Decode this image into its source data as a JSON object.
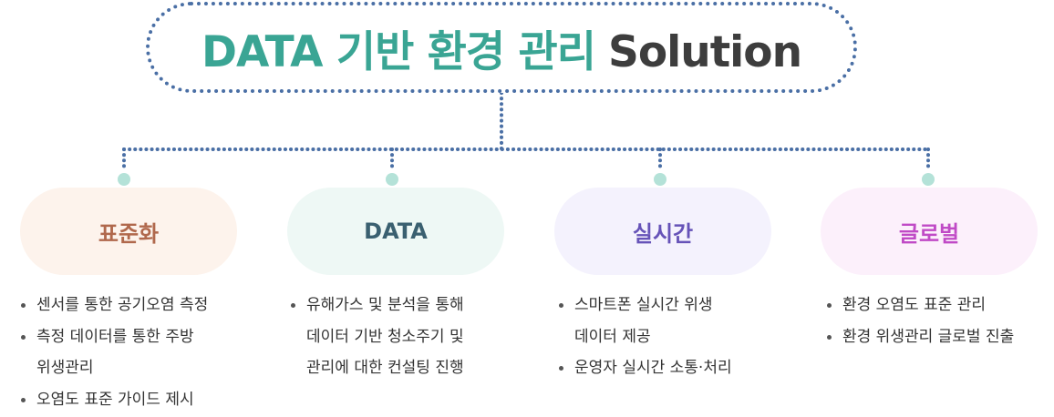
{
  "title": {
    "main": "DATA 기반 환경 관리",
    "accent": "Solution",
    "main_color": "#3aa594",
    "accent_color": "#3d3d3d",
    "border_color": "#4a6fa5"
  },
  "connector_color": "#4a6fa5",
  "node_dot_color": "#b4e2d8",
  "categories": [
    {
      "label": "표준화",
      "text_color": "#b0684c",
      "bg_color": "#fdf3ec",
      "items": [
        [
          "센서를 통한 공기오염 측정"
        ],
        [
          "측정 데이터를 통한 주방",
          "위생관리"
        ],
        [
          "오염도 표준 가이드 제시"
        ]
      ]
    },
    {
      "label": "DATA",
      "text_color": "#3a6070",
      "bg_color": "#eef8f5",
      "items": [
        [
          "유해가스 및 분석을 통해",
          "데이터 기반 청소주기 및",
          "관리에 대한 컨설팅 진행"
        ]
      ]
    },
    {
      "label": "실시간",
      "text_color": "#6653b8",
      "bg_color": "#f4f2fd",
      "items": [
        [
          "스마트폰 실시간 위생",
          "데이터 제공"
        ],
        [
          "운영자 실시간 소통·처리"
        ]
      ]
    },
    {
      "label": "글로벌",
      "text_color": "#c04ac6",
      "bg_color": "#fcf0fb",
      "items": [
        [
          "환경 오염도 표준 관리"
        ],
        [
          "환경 위생관리 글로벌 진출"
        ]
      ]
    }
  ]
}
